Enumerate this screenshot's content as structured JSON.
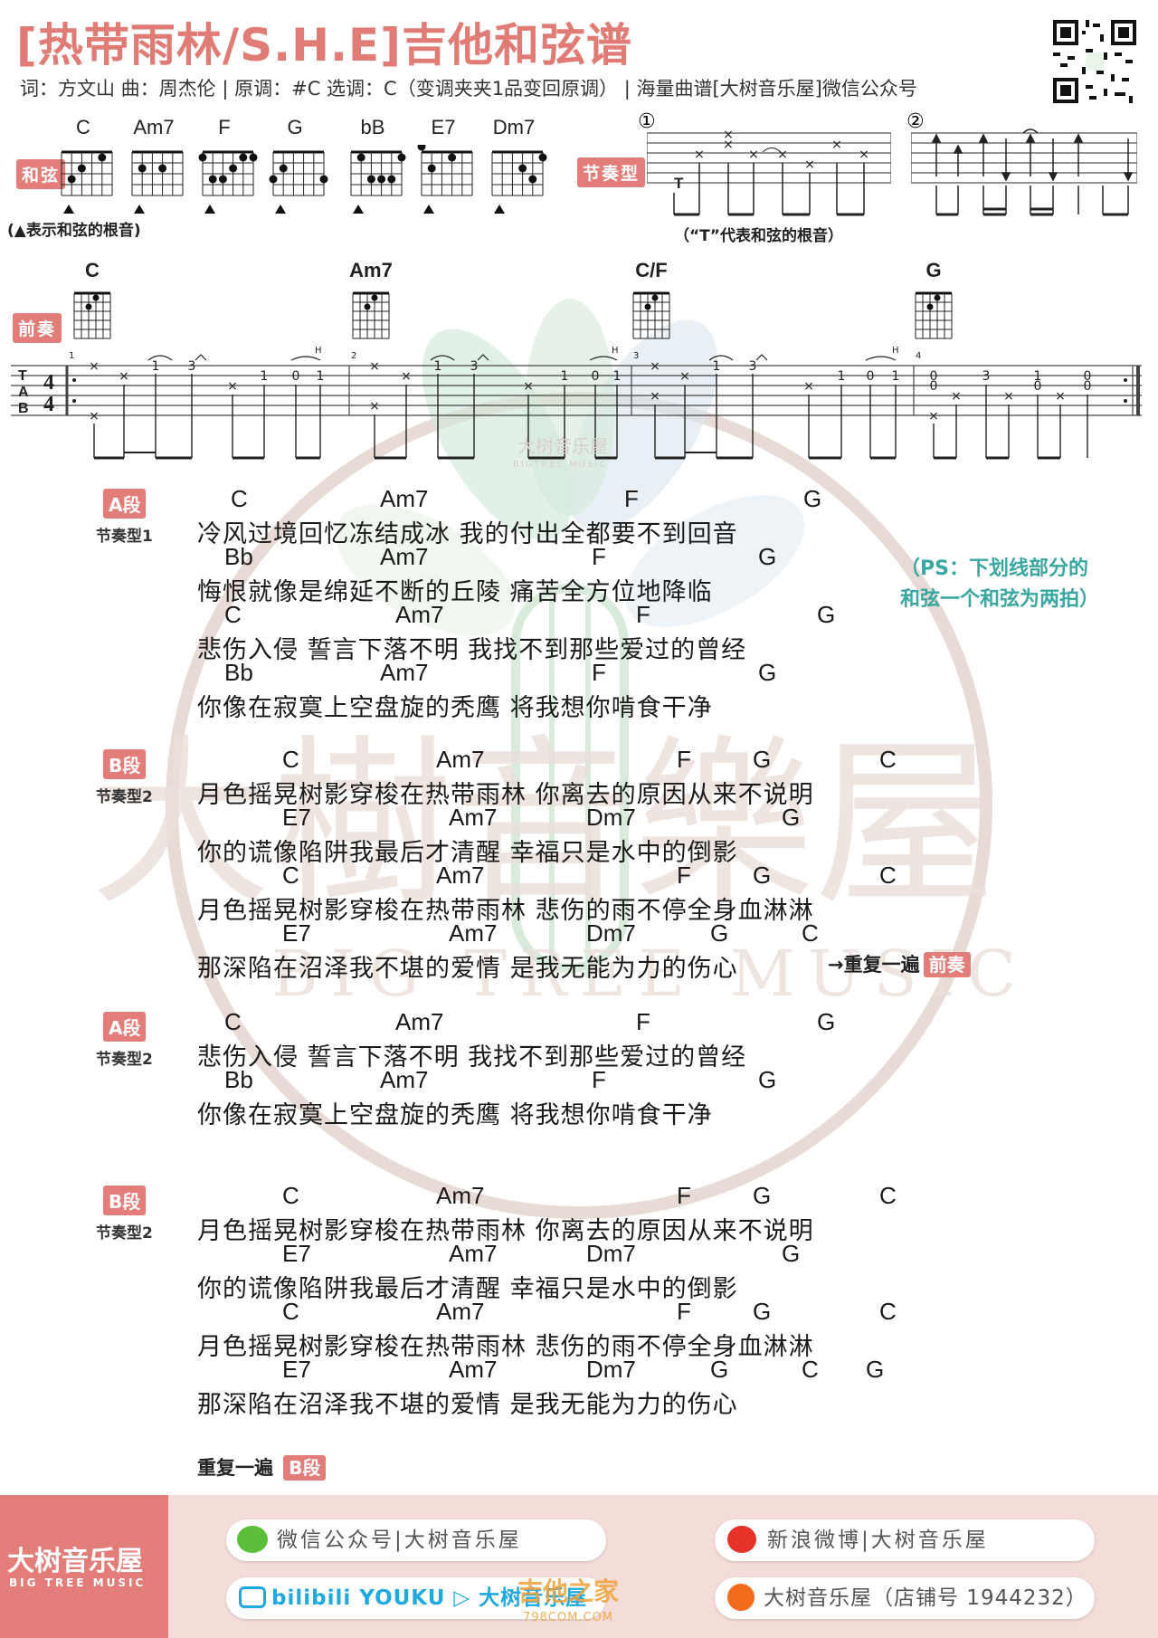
{
  "header": {
    "title": "[热带雨林/S.H.E]吉他和弦谱",
    "meta": "词：方文山  曲：周杰伦 | 原调：#C  选调：C（变调夹夹1品变回原调） | 海量曲谱[大树音乐屋]微信公众号"
  },
  "chord_section": {
    "label": "和弦",
    "note": "(▲表示和弦的根音)",
    "chords": [
      "C",
      "Am7",
      "F",
      "G",
      "bB",
      "E7",
      "Dm7"
    ]
  },
  "rhythm_section": {
    "label": "节奏型",
    "pattern1_num": "①",
    "pattern2_num": "②",
    "pattern1_note": "（“T”代表和弦的根音）",
    "t_label": "T"
  },
  "intro": {
    "label": "前奏",
    "chords": [
      "C",
      "Am7",
      "C/F",
      "G"
    ],
    "time_sig_top": "4",
    "time_sig_bottom": "4",
    "tab_label": "TAB",
    "watermark": "大树音乐屋",
    "watermark_en": "BIGTREE MUSIC"
  },
  "ps_note": {
    "line1": "（PS：下划线部分的",
    "line2": "和弦一个和弦为两拍）"
  },
  "sections": [
    {
      "badge": "A段",
      "rhythm": "节奏型1",
      "lines": [
        {
          "chords": [
            "C",
            "Am7",
            "F",
            "G"
          ],
          "lyric": "冷风过境回忆冻结成冰    我的付出全都要不到回音"
        },
        {
          "chords": [
            "Bb",
            "Am7",
            "F",
            "G"
          ],
          "lyric": "悔恨就像是绵延不断的丘陵    痛苦全方位地降临"
        },
        {
          "chords": [
            "C",
            "Am7",
            "F",
            "G"
          ],
          "lyric": "悲伤入侵  誓言下落不明    我找不到那些爱过的曾经"
        },
        {
          "chords": [
            "Bb",
            "Am7",
            "F",
            "G"
          ],
          "lyric": "你像在寂寞上空盘旋的秃鹰    将我想你啃食干净"
        }
      ]
    },
    {
      "badge": "B段",
      "rhythm": "节奏型2",
      "lines": [
        {
          "chords": [
            "C",
            "Am7",
            "F",
            "G",
            "C"
          ],
          "lyric": "月色摇晃树影穿梭在热带雨林    你离去的原因从来不说明"
        },
        {
          "chords": [
            "E7",
            "Am7",
            "Dm7",
            "G"
          ],
          "lyric": "你的谎像陷阱我最后才清醒    幸福只是水中的倒影"
        },
        {
          "chords": [
            "C",
            "Am7",
            "F",
            "G",
            "C"
          ],
          "lyric": "月色摇晃树影穿梭在热带雨林    悲伤的雨不停全身血淋淋"
        },
        {
          "chords": [
            "E7",
            "Am7",
            "Dm7",
            "G",
            "C"
          ],
          "lyric": "那深陷在沼泽我不堪的爱情    是我无能为力的伤心"
        }
      ],
      "repeat_text": "→重复一遍",
      "repeat_badge": "前奏"
    },
    {
      "badge": "A段",
      "rhythm": "节奏型2",
      "lines": [
        {
          "chords": [
            "C",
            "Am7",
            "F",
            "G"
          ],
          "lyric": "悲伤入侵  誓言下落不明    我找不到那些爱过的曾经"
        },
        {
          "chords": [
            "Bb",
            "Am7",
            "F",
            "G"
          ],
          "lyric": "你像在寂寞上空盘旋的秃鹰    将我想你啃食干净"
        }
      ]
    },
    {
      "badge": "B段",
      "rhythm": "节奏型2",
      "lines": [
        {
          "chords": [
            "C",
            "Am7",
            "F",
            "G",
            "C"
          ],
          "lyric": "月色摇晃树影穿梭在热带雨林    你离去的原因从来不说明"
        },
        {
          "chords": [
            "E7",
            "Am7",
            "Dm7",
            "G"
          ],
          "lyric": "你的谎像陷阱我最后才清醒    幸福只是水中的倒影"
        },
        {
          "chords": [
            "C",
            "Am7",
            "F",
            "G",
            "C"
          ],
          "lyric": "月色摇晃树影穿梭在热带雨林    悲伤的雨不停全身血淋淋"
        },
        {
          "chords": [
            "E7",
            "Am7",
            "Dm7",
            "G",
            "C",
            "G"
          ],
          "lyric": "那深陷在沼泽我不堪的爱情    是我无能为力的伤心"
        }
      ]
    }
  ],
  "ending": {
    "text": "重复一遍",
    "badge": "B段"
  },
  "footer": {
    "logo_cn": "大树音乐屋",
    "logo_en": "BIG TREE MUSIC",
    "wechat": "微信公众号|大树音乐屋",
    "weibo": "新浪微博|大树音乐屋",
    "video": "bilibili YOUKU ▷ 大树音乐屋",
    "shop": "大树音乐屋（店铺号 1944232）",
    "site_watermark": "吉他之家",
    "site_url": "798COM.COM"
  },
  "colors": {
    "accent": "#e27d7a",
    "teal": "#3aa7a0",
    "text": "#1a1a1a"
  }
}
